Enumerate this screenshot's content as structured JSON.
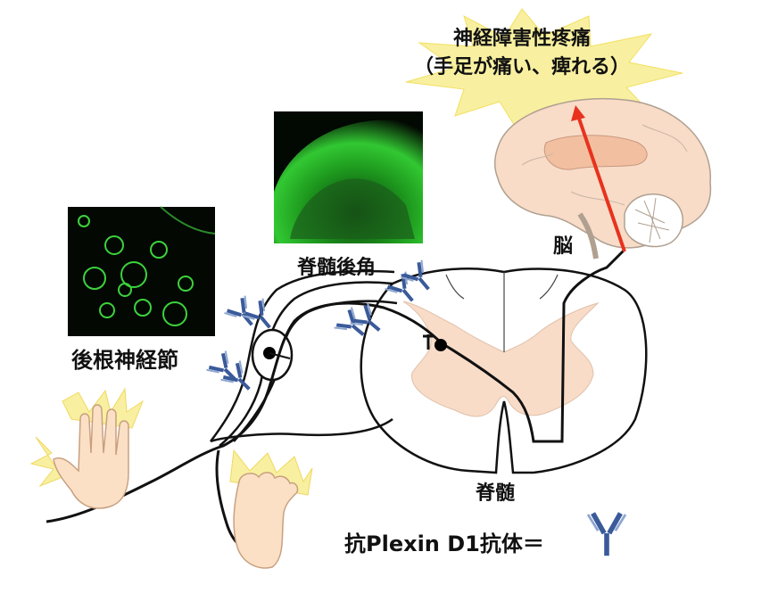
{
  "burst": {
    "line1": "神経障害性疼痛",
    "line2": "（手足が痛い、痺れる）"
  },
  "labels": {
    "dorsal_horn": "脊髄後角",
    "dorsal_root_ganglion": "後根神経節",
    "brain": "脳",
    "spinal_cord": "脊髄"
  },
  "legend": {
    "text": "抗Plexin D1抗体＝"
  },
  "colors": {
    "burst_fill": "#f8f0a0",
    "tissue_pink": "#f8dcc8",
    "fluorescence": "#3cd23c",
    "antibody": "#3a5a9a",
    "pain_arrow": "#e8321e"
  }
}
